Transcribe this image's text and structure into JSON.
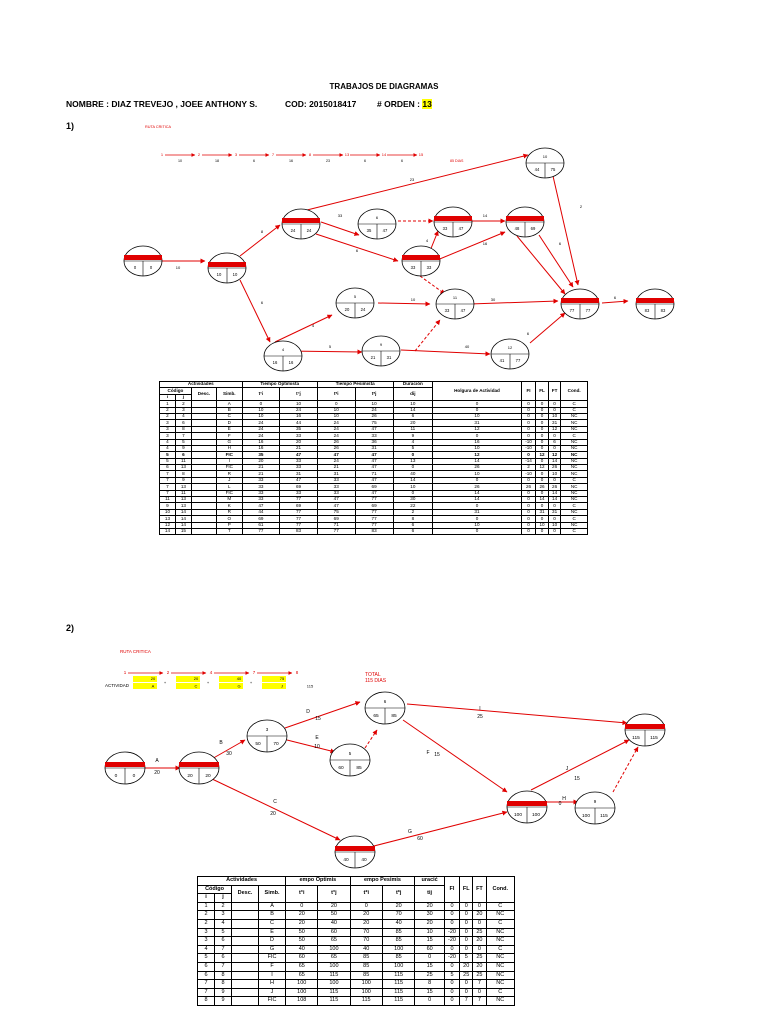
{
  "header": {
    "title": "TRABAJOS DE DIAGRAMAS",
    "name_label": "NOMBRE : DIAZ TREVEJO , JOEE ANTHONY S.",
    "cod_label": "COD: 2015018417",
    "orden_label": "# ORDEN :",
    "orden_value": "13"
  },
  "section1": {
    "label": "1)",
    "ruta_title": "RUTA CRITICA",
    "path_nodes": [
      "1",
      "2",
      "3",
      "7",
      "8",
      "13",
      "14",
      "15"
    ],
    "path_durations": [
      "10",
      "18",
      "6",
      "16",
      "23",
      "6",
      "6"
    ],
    "total": "85 DIAS",
    "nodes": [
      {
        "id": "n1",
        "es": "0",
        "ls": "0"
      },
      {
        "id": "n2",
        "es": "10",
        "ls": "10"
      },
      {
        "id": "n3",
        "es": "24",
        "ls": "24"
      },
      {
        "id": "n4",
        "es": "16",
        "ls": "16"
      },
      {
        "id": "n5",
        "es": "20",
        "ls": "24"
      },
      {
        "id": "n6",
        "es": "35",
        "ls": "47"
      },
      {
        "id": "n7",
        "es": "33",
        "ls": "33"
      },
      {
        "id": "n8",
        "es": "33",
        "ls": "47"
      },
      {
        "id": "n9",
        "es": "21",
        "ls": "31"
      },
      {
        "id": "n10",
        "es": "44",
        "ls": "75"
      },
      {
        "id": "n11",
        "es": "33",
        "ls": "47"
      },
      {
        "id": "n12",
        "es": "41",
        "ls": "77"
      },
      {
        "id": "n13",
        "es": "48",
        "ls": "69"
      },
      {
        "id": "n14",
        "es": "77",
        "ls": "77"
      },
      {
        "id": "n15",
        "es": "83",
        "ls": "83"
      }
    ],
    "node_numbers": {
      "n6": "6",
      "n5": "5",
      "n9": "9",
      "n10": "10",
      "n11": "11",
      "n12": "12",
      "n13": "13",
      "n4": "4",
      "n7": "7",
      "n8": "8"
    },
    "edge_labels": [
      "10",
      "8",
      "6",
      "33",
      "6",
      "4",
      "23",
      "14",
      "16",
      "6",
      "2",
      "10",
      "4",
      "5",
      "40",
      "30",
      "6",
      "6"
    ],
    "table": {
      "header_top": [
        "Actividades",
        "",
        "",
        "",
        "Tiempo Optimista",
        "",
        "Tiempo Pesimista",
        "",
        "Duración",
        "Holgura de Actividad",
        "FI",
        "FL",
        "FT",
        "Cond."
      ],
      "header_sub": [
        "Código",
        "",
        "Desc.",
        "Simb.",
        "t°i",
        "t°j",
        "t*i",
        "t*j",
        "dij",
        "",
        "",
        "",
        "",
        ""
      ],
      "header_sub2": [
        "i",
        "j"
      ],
      "rows": [
        [
          "1",
          "2",
          "",
          "A",
          "0",
          "10",
          "0",
          "10",
          "10",
          "0",
          "0",
          "0",
          "0",
          "C"
        ],
        [
          "2",
          "3",
          "",
          "B",
          "10",
          "24",
          "10",
          "24",
          "14",
          "0",
          "0",
          "0",
          "0",
          "C"
        ],
        [
          "2",
          "4",
          "",
          "C",
          "10",
          "16",
          "10",
          "26",
          "6",
          "10",
          "0",
          "0",
          "10",
          "NC"
        ],
        [
          "3",
          "6",
          "",
          "D",
          "24",
          "44",
          "24",
          "75",
          "20",
          "31",
          "0",
          "0",
          "31",
          "NC"
        ],
        [
          "3",
          "8",
          "",
          "E",
          "24",
          "35",
          "24",
          "47",
          "11",
          "12",
          "0",
          "0",
          "12",
          "NC"
        ],
        [
          "3",
          "7",
          "",
          "F",
          "24",
          "33",
          "24",
          "33",
          "9",
          "0",
          "0",
          "0",
          "0",
          "C"
        ],
        [
          "4",
          "5",
          "",
          "G",
          "16",
          "20",
          "26",
          "36",
          "4",
          "16",
          "-10",
          "0",
          "6",
          "NC"
        ],
        [
          "4",
          "9",
          "",
          "H",
          "16",
          "21",
          "26",
          "31",
          "5",
          "10",
          "-10",
          "0",
          "0",
          "NC"
        ],
        [
          "5",
          "6",
          "",
          "FIC",
          "35",
          "47",
          "47",
          "47",
          "0",
          "12",
          "0",
          "12",
          "12",
          "NC"
        ],
        [
          "5",
          "11",
          "",
          "I",
          "20",
          "33",
          "24",
          "47",
          "13",
          "14",
          "-14",
          "0",
          "14",
          "NC"
        ],
        [
          "6",
          "13",
          "",
          "FIC",
          "21",
          "33",
          "21",
          "47",
          "0",
          "26",
          "2",
          "12",
          "26",
          "NC"
        ],
        [
          "7",
          "8",
          "",
          "R",
          "21",
          "31",
          "31",
          "71",
          "40",
          "10",
          "-10",
          "0",
          "10",
          "NC"
        ],
        [
          "7",
          "9",
          "",
          "J",
          "33",
          "47",
          "33",
          "47",
          "14",
          "0",
          "0",
          "0",
          "0",
          "C"
        ],
        [
          "7",
          "13",
          "",
          "L",
          "33",
          "69",
          "33",
          "69",
          "10",
          "26",
          "26",
          "26",
          "26",
          "NC"
        ],
        [
          "7",
          "11",
          "",
          "FIC",
          "33",
          "33",
          "33",
          "47",
          "0",
          "14",
          "0",
          "0",
          "14",
          "NC"
        ],
        [
          "11",
          "13",
          "",
          "M",
          "33",
          "77",
          "47",
          "77",
          "30",
          "14",
          "0",
          "14",
          "14",
          "NC"
        ],
        [
          "9",
          "13",
          "",
          "K",
          "47",
          "69",
          "47",
          "69",
          "22",
          "0",
          "0",
          "0",
          "0",
          "C"
        ],
        [
          "10",
          "14",
          "",
          "R",
          "44",
          "77",
          "75",
          "77",
          "2",
          "31",
          "0",
          "31",
          "31",
          "NC"
        ],
        [
          "13",
          "14",
          "",
          "O",
          "69",
          "77",
          "69",
          "77",
          "8",
          "0",
          "0",
          "0",
          "0",
          "C"
        ],
        [
          "12",
          "14",
          "",
          "P",
          "61",
          "77",
          "71",
          "77",
          "6",
          "10",
          "0",
          "10",
          "10",
          "NC"
        ],
        [
          "14",
          "15",
          "",
          "T",
          "77",
          "83",
          "77",
          "83",
          "6",
          "0",
          "0",
          "0",
          "0",
          "C"
        ]
      ]
    }
  },
  "section2": {
    "label": "2)",
    "ruta_title": "RUTA CRITICA",
    "path_nodes": [
      "1",
      "2",
      "4",
      "7",
      "8"
    ],
    "path_durations": [
      "20",
      "20",
      "40",
      "75"
    ],
    "actividad_label": "ACTIVIDAD",
    "actividad_letters": [
      "A",
      "C",
      "G",
      "J"
    ],
    "actividad_total": "115",
    "total_label": "TOTAL",
    "total_value": "115 DIAS",
    "nodes": [
      {
        "id": "n1",
        "es": "0",
        "ls": "0"
      },
      {
        "id": "n2",
        "es": "20",
        "ls": "20"
      },
      {
        "id": "n3",
        "es": "50",
        "ls": "70"
      },
      {
        "id": "n5",
        "es": "60",
        "ls": "85"
      },
      {
        "id": "n6",
        "es": "65",
        "ls": "85"
      },
      {
        "id": "n4",
        "es": "40",
        "ls": "40"
      },
      {
        "id": "n7",
        "es": "100",
        "ls": "100"
      },
      {
        "id": "n8",
        "es": "115",
        "ls": "115"
      },
      {
        "id": "n9",
        "es": "100",
        "ls": "115"
      }
    ],
    "node_numbers": {
      "n3": "3",
      "n5": "5",
      "n6": "6",
      "n9": "9"
    },
    "edge_letters": {
      "A": "A",
      "B": "B",
      "C": "C",
      "D": "D",
      "E": "E",
      "F": "F",
      "G": "G",
      "H": "H",
      "I": "I",
      "J": "J"
    },
    "edge_values": {
      "A": "20",
      "B": "30",
      "C": "20",
      "D": "15",
      "E": "10",
      "F": "15",
      "G": "60",
      "H": "0",
      "I": "25",
      "J": "15"
    },
    "table": {
      "header_top": [
        "Actividades",
        "",
        "",
        "",
        "empo Optimis",
        "",
        "empo Pesimis",
        "",
        "uracić",
        "FI",
        "FL",
        "FT",
        "Cond."
      ],
      "header_sub": [
        "Código",
        "",
        "Desc.",
        "Simb.",
        "t°i",
        "t°j",
        "t*i",
        "t*j",
        "tij"
      ],
      "header_sub2": [
        "i",
        "j"
      ],
      "rows": [
        [
          "1",
          "2",
          "",
          "A",
          "0",
          "20",
          "0",
          "20",
          "20",
          "0",
          "0",
          "0",
          "C"
        ],
        [
          "2",
          "3",
          "",
          "B",
          "20",
          "50",
          "20",
          "70",
          "30",
          "0",
          "0",
          "20",
          "NC"
        ],
        [
          "2",
          "4",
          "",
          "C",
          "20",
          "40",
          "20",
          "40",
          "20",
          "0",
          "0",
          "0",
          "C"
        ],
        [
          "3",
          "5",
          "",
          "E",
          "50",
          "60",
          "70",
          "85",
          "10",
          "-20",
          "0",
          "25",
          "NC"
        ],
        [
          "3",
          "6",
          "",
          "D",
          "50",
          "65",
          "70",
          "85",
          "15",
          "-20",
          "0",
          "20",
          "NC"
        ],
        [
          "4",
          "7",
          "",
          "G",
          "40",
          "100",
          "40",
          "100",
          "60",
          "0",
          "0",
          "0",
          "C"
        ],
        [
          "5",
          "6",
          "",
          "FIC",
          "60",
          "65",
          "85",
          "85",
          "0",
          "-20",
          "5",
          "25",
          "NC"
        ],
        [
          "6",
          "7",
          "",
          "F",
          "65",
          "100",
          "85",
          "100",
          "15",
          "0",
          "20",
          "20",
          "NC"
        ],
        [
          "6",
          "8",
          "",
          "I",
          "65",
          "115",
          "85",
          "115",
          "25",
          "5",
          "25",
          "25",
          "NC"
        ],
        [
          "7",
          "8",
          "",
          "H",
          "100",
          "100",
          "100",
          "115",
          "8",
          "0",
          "0",
          "7",
          "NC"
        ],
        [
          "7",
          "9",
          "",
          "J",
          "100",
          "115",
          "100",
          "115",
          "15",
          "0",
          "0",
          "0",
          "C"
        ],
        [
          "8",
          "9",
          "",
          "FIC",
          "108",
          "115",
          "115",
          "115",
          "0",
          "0",
          "7",
          "7",
          "NC"
        ]
      ]
    }
  }
}
